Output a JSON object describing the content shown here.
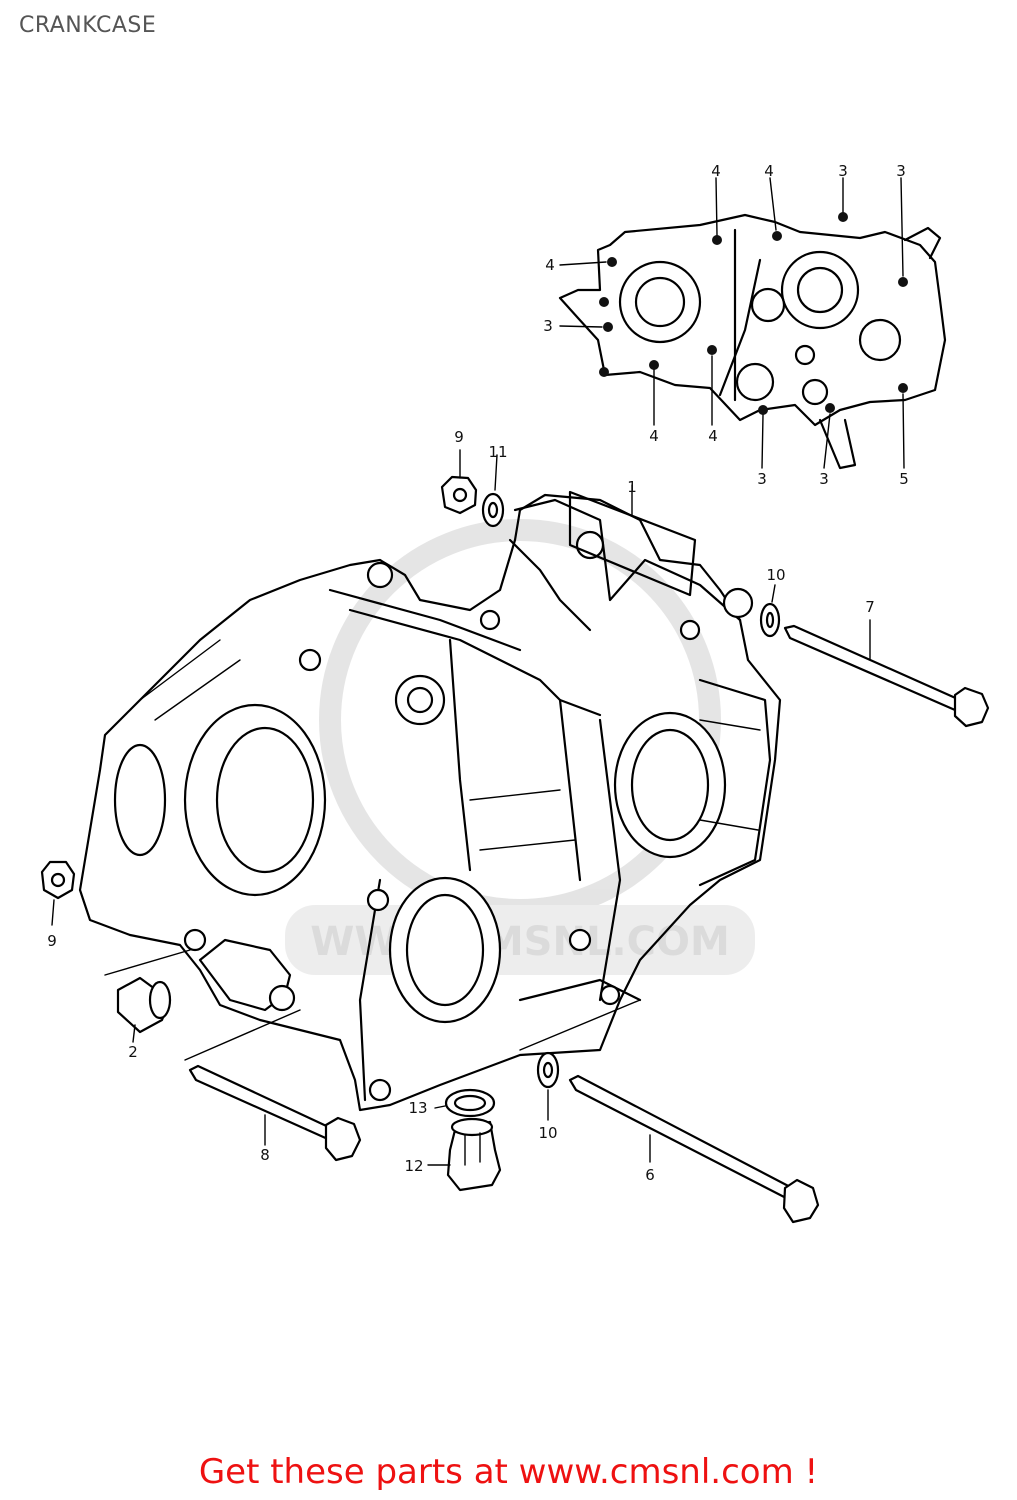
{
  "header": {
    "title": "CRANKCASE"
  },
  "diagram": {
    "callouts": [
      {
        "id": "c9a",
        "text": "9"
      },
      {
        "id": "c11",
        "text": "11"
      },
      {
        "id": "c1",
        "text": "1"
      },
      {
        "id": "c10a",
        "text": "10"
      },
      {
        "id": "c7",
        "text": "7"
      },
      {
        "id": "c9b",
        "text": "9"
      },
      {
        "id": "c2",
        "text": "2"
      },
      {
        "id": "c8",
        "text": "8"
      },
      {
        "id": "c13",
        "text": "13"
      },
      {
        "id": "c12",
        "text": "12"
      },
      {
        "id": "c10b",
        "text": "10"
      },
      {
        "id": "c6",
        "text": "6"
      },
      {
        "id": "i4a",
        "text": "4"
      },
      {
        "id": "i4b",
        "text": "4"
      },
      {
        "id": "i3a",
        "text": "3"
      },
      {
        "id": "i3b",
        "text": "3"
      },
      {
        "id": "i4c",
        "text": "4"
      },
      {
        "id": "i3c",
        "text": "3"
      },
      {
        "id": "i4d",
        "text": "4"
      },
      {
        "id": "i4e",
        "text": "4"
      },
      {
        "id": "i3d",
        "text": "3"
      },
      {
        "id": "i3e",
        "text": "3"
      },
      {
        "id": "i5",
        "text": "5"
      }
    ]
  },
  "footer": {
    "cta": "Get these parts at www.cmsnl.com !"
  },
  "colors": {
    "cta": "#ee1111",
    "title": "#555555",
    "watermark": "#d8d8d8"
  }
}
